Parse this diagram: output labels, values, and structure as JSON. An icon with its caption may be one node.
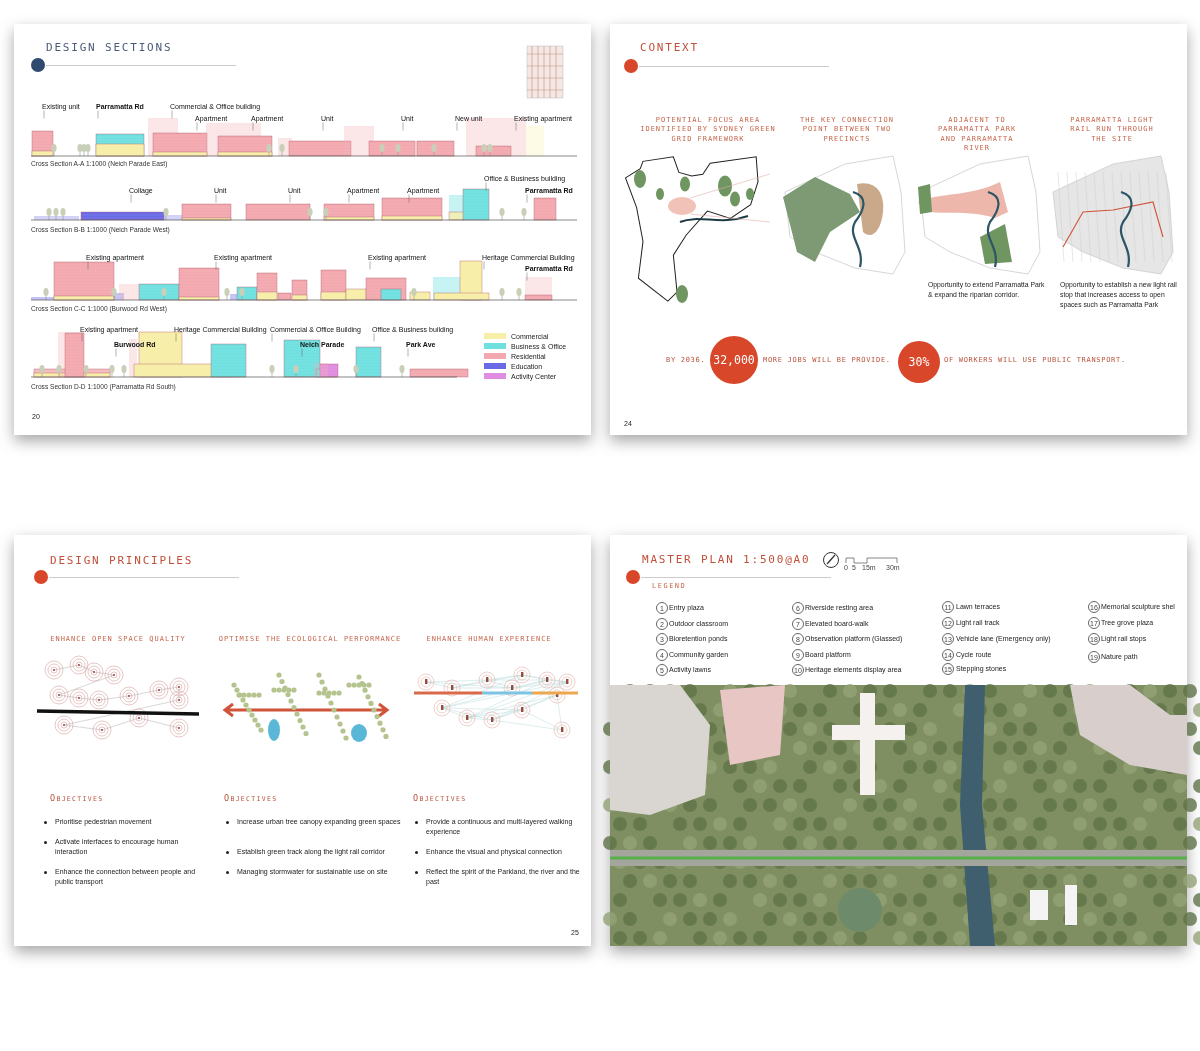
{
  "diagram": {
    "nodes": [
      {
        "text": [
          "DESIGN SECTIONS",
          "20"
        ]
      },
      {
        "text": [
          "CONTEXT",
          "24"
        ]
      },
      {
        "text": [
          "DESIGN PRINCIPLES",
          "25"
        ]
      },
      {
        "text": [
          "MASTER PLAN 1:500@A0"
        ]
      },
      {
        "text": [
          "32,000"
        ],
        "in": 1
      },
      {
        "text": [
          "30%"
        ],
        "in": 1
      },
      {
        "text": [
          "Existing unit"
        ],
        "in": 0
      },
      {
        "text": [
          "Parramatta Rd"
        ],
        "in": 0
      },
      {
        "text": [
          "Commercial & Office building"
        ],
        "in": 0
      },
      {
        "text": [
          "Apartment"
        ],
        "in": 0
      },
      {
        "text": [
          "Apartment"
        ],
        "in": 0
      },
      {
        "text": [
          "Unit"
        ],
        "in": 0
      },
      {
        "text": [
          "Unit"
        ],
        "in": 0
      },
      {
        "text": [
          "New unit"
        ],
        "in": 0
      },
      {
        "text": [
          "Existing apartment"
        ],
        "in": 0
      },
      {
        "text": [
          "Collage"
        ],
        "in": 0
      },
      {
        "text": [
          "Unit"
        ],
        "in": 0
      },
      {
        "text": [
          "Unit"
        ],
        "in": 0
      },
      {
        "text": [
          "Apartment"
        ],
        "in": 0
      },
      {
        "text": [
          "Apartment"
        ],
        "in": 0
      },
      {
        "text": [
          "Office & Business building"
        ],
        "in": 0
      },
      {
        "text": [
          "Parramatta Rd"
        ],
        "in": 0
      },
      {
        "text": [
          "Existing apartment"
        ],
        "in": 0
      },
      {
        "text": [
          "Existing apartment"
        ],
        "in": 0
      },
      {
        "text": [
          "Existing apartment"
        ],
        "in": 0
      },
      {
        "text": [
          "Heritage Commercial Building"
        ],
        "in": 0
      },
      {
        "text": [
          "Parramatta Rd"
        ],
        "in": 0
      },
      {
        "text": [
          "Existing apartment"
        ],
        "in": 0
      },
      {
        "text": [
          "Heritage Commercial Building"
        ],
        "in": 0
      },
      {
        "text": [
          "Commercial & Office Building"
        ],
        "in": 0
      },
      {
        "text": [
          "Office & Business building"
        ],
        "in": 0
      },
      {
        "text": [
          "Burwood Rd"
        ],
        "in": 0
      },
      {
        "text": [
          "Neich Parade"
        ],
        "in": 0
      },
      {
        "text": [
          "Park Ave"
        ],
        "in": 0
      }
    ],
    "edges": [
      {
        "from": 6,
        "to": null,
        "arrow": "none"
      },
      {
        "from": 7,
        "to": null,
        "arrow": "none"
      },
      {
        "from": 8,
        "to": null,
        "arrow": "none"
      },
      {
        "from": 9,
        "to": null,
        "arrow": "none"
      },
      {
        "from": 10,
        "to": null,
        "arrow": "none"
      },
      {
        "from": 11,
        "to": null,
        "arrow": "none"
      },
      {
        "from": 12,
        "to": null,
        "arrow": "none"
      },
      {
        "from": 13,
        "to": null,
        "arrow": "none"
      },
      {
        "from": 14,
        "to": null,
        "arrow": "none"
      },
      {
        "from": 15,
        "to": null,
        "arrow": "none"
      },
      {
        "from": 16,
        "to": null,
        "arrow": "none"
      },
      {
        "from": 17,
        "to": null,
        "arrow": "none"
      },
      {
        "from": 18,
        "to": null,
        "arrow": "none"
      },
      {
        "from": 19,
        "to": null,
        "arrow": "none"
      },
      {
        "from": 20,
        "to": null,
        "arrow": "none"
      },
      {
        "from": 21,
        "to": null,
        "arrow": "none"
      },
      {
        "from": 22,
        "to": null,
        "arrow": "none"
      },
      {
        "from": 23,
        "to": null,
        "arrow": "none"
      },
      {
        "from": 24,
        "to": null,
        "arrow": "none"
      },
      {
        "from": 25,
        "to": null,
        "arrow": "none"
      },
      {
        "from": 26,
        "to": null,
        "arrow": "none"
      },
      {
        "from": 27,
        "to": null,
        "arrow": "none"
      },
      {
        "from": 28,
        "to": null,
        "arrow": "none"
      },
      {
        "from": 29,
        "to": null,
        "arrow": "none"
      },
      {
        "from": 30,
        "to": null,
        "arrow": "none"
      },
      {
        "from": 31,
        "to": null,
        "arrow": "none"
      },
      {
        "from": 32,
        "to": null,
        "arrow": "none"
      },
      {
        "from": 33,
        "to": null,
        "arrow": "none"
      }
    ],
    "labels": [
      "Cross Section A-A 1:1000 (Neich Parade East)",
      "Cross Section B-B 1:1000 (Neich Parade West)",
      "Cross Section C-C 1:1000 (Burwood Rd West)",
      "Cross Section D-D 1:1000 (Parramatta Rd South)",
      "POTENTIAL FOCUS AREA IDENTIFIED BY SYDNEY GREEN GRID FRAMEWORK",
      "THE KEY CONNECTION POINT BETWEEN TWO PRECINCTS",
      "ADJACENT TO PARRAMATTA PARK AND PARRAMATTA RIVER",
      "PARRAMATTA LIGHT RAIL RUN THROUGH THE SITE",
      "Opportunity to extend Parramatta Park & expand the riparian corridor.",
      "Opportunity to establish a new light rail stop that increases access to open spaces such as Parramatta Park",
      "BY 2036.",
      "MORE JOBS WILL BE PROVIDE.",
      "OF WORKERS WILL USE PUBLIC TRANSPORT.",
      "ENHANCE OPEN SPACE QUALITY",
      "OPTIMISE THE ECOLOGICAL PERFORMANCE",
      "ENHANCE HUMAN EXPERIENCE",
      "OBJECTIVES",
      "Prioritise pedestrian movement",
      "Activate interfaces to encourage human interaction",
      "Enhance the connection between people and public transport",
      "OBJECTIVES",
      "Increase urban tree canopy expanding green spaces",
      "Establish green track along the light rail corridor",
      "Managing stormwater for sustainable use on site",
      "OBJECTIVES",
      "Provide a continuous and multi-layered walking experience",
      "Enhance the visual and physical connection",
      "Reflect the spirit of the Parkland, the river and the past",
      "0",
      "5",
      "15m",
      "30m",
      "LEGEND",
      "1",
      "Entry plaza",
      "2",
      "Outdoor classroom",
      "3",
      "Bioretention ponds",
      "4",
      "Community garden",
      "5",
      "Activity lawns",
      "6",
      "Riverside resting area",
      "7",
      "Elevated board-walk",
      "8",
      "Observation platform (Glassed)",
      "9",
      "Board platform",
      "10",
      "Heritage elements display area",
      "11",
      "Lawn terraces",
      "12",
      "Light rail track",
      "13",
      "Vehicle lane (Emergency only)",
      "14",
      "Cycle route",
      "15",
      "Stepping stones",
      "16",
      "Memorial sculpture shel",
      "17",
      "Tree grove plaza",
      "18",
      "Light rail stops",
      "19",
      "Nature path"
    ],
    "legend": [
      {
        "text": "Commercial",
        "color": "#f7eea8"
      },
      {
        "text": "Business & Office",
        "color": "#6fe0e0"
      },
      {
        "text": "Residential",
        "color": "#f2a8ae"
      },
      {
        "text": "Education",
        "color": "#6a6ae6"
      },
      {
        "text": "Activity Center",
        "color": "#e08ce0"
      }
    ]
  }
}
